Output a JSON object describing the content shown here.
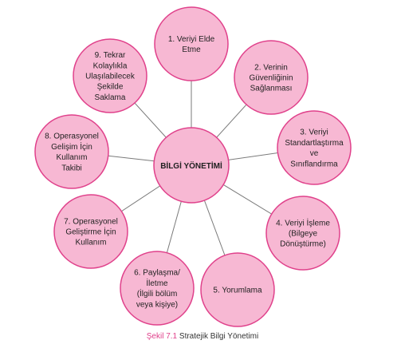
{
  "diagram": {
    "center_label": "BİLGİ YÖNETİMİ",
    "nodes": [
      {
        "lines": [
          "1. Veriyi Elde",
          "Etme"
        ]
      },
      {
        "lines": [
          "2. Verinin",
          "Güvenliğinin",
          "Sağlanması"
        ]
      },
      {
        "lines": [
          "3. Veriyi",
          "Standartlaştırma",
          "ve",
          "Sınıflandırma"
        ]
      },
      {
        "lines": [
          "4. Veriyi İşleme",
          "(Bilgeye",
          "Dönüştürme)"
        ]
      },
      {
        "lines": [
          "5. Yorumlama"
        ]
      },
      {
        "lines": [
          "6. Paylaşma/",
          "İletme",
          "(İlgili bölüm",
          "veya kişiye)"
        ]
      },
      {
        "lines": [
          "7. Operasyonel",
          "Geliştirme İçin",
          "Kullanım"
        ]
      },
      {
        "lines": [
          "8. Operasyonel",
          "Gelişim İçin",
          "Kullanım",
          "Takibi"
        ]
      },
      {
        "lines": [
          "9. Tekrar",
          "Kolaylıkla",
          "Ulaşılabilecek",
          "Şekilde",
          "Saklama"
        ]
      }
    ],
    "colors": {
      "fill": "#f7b8d3",
      "stroke": "#e0418b",
      "line": "#7a7a7a",
      "text": "#222222"
    }
  },
  "caption": {
    "number": "Şekil 7.1",
    "text": "Stratejik Bilgi Yönetimi"
  }
}
